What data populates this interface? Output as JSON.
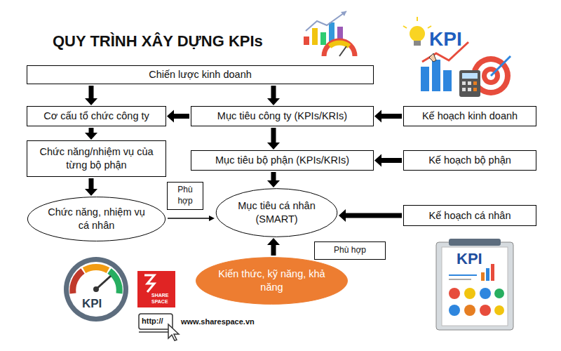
{
  "diagram": {
    "title": "QUY TRÌNH XÂY DỰNG KPIs",
    "nodes": [
      {
        "text": [
          "Chiến lược kinh doanh"
        ]
      },
      {
        "text": [
          "Cơ cấu tổ chức công ty"
        ]
      },
      {
        "text": [
          "Mục tiêu công ty (KPIs/KRIs)"
        ]
      },
      {
        "text": [
          "Kế hoạch kinh doanh"
        ]
      },
      {
        "text": [
          "Chức năng/nhiệm vụ của từng bộ phận"
        ]
      },
      {
        "text": [
          "Mục tiêu bộ phận (KPIs/KRIs)"
        ]
      },
      {
        "text": [
          "Kế hoạch bộ phận"
        ]
      },
      {
        "text": [
          "Chức năng, nhiệm vụ cá nhân"
        ]
      },
      {
        "text": [
          "Mục tiêu cá nhân (SMART)"
        ]
      },
      {
        "text": [
          "Kế hoạch cá nhân"
        ]
      },
      {
        "text": [
          "Kiến thức, kỹ năng, khả năng"
        ]
      },
      {
        "text": [
          "Phù hợp"
        ]
      },
      {
        "text": [
          "Phù hợp"
        ]
      }
    ],
    "edges": [
      {
        "from": 0,
        "to": 1,
        "arrow": "to"
      },
      {
        "from": 0,
        "to": 2,
        "arrow": "to"
      },
      {
        "from": 2,
        "to": 1,
        "arrow": "to"
      },
      {
        "from": 3,
        "to": 2,
        "arrow": "to"
      },
      {
        "from": 2,
        "to": 5,
        "arrow": "to"
      },
      {
        "from": 6,
        "to": 5,
        "arrow": "to"
      },
      {
        "from": 1,
        "to": 4,
        "arrow": "to"
      },
      {
        "from": 4,
        "to": 7,
        "arrow": "to"
      },
      {
        "from": 5,
        "to": 8,
        "arrow": "to"
      },
      {
        "from": 9,
        "to": 8,
        "arrow": "to"
      },
      {
        "from": 7,
        "to": 8,
        "arrow": "to"
      },
      {
        "from": 10,
        "to": 8,
        "arrow": "to"
      }
    ],
    "labels": [
      "KPI",
      "KPI",
      "SHARE",
      "SPACE",
      "http://",
      "www.sharespace.vn",
      "KPI"
    ]
  }
}
